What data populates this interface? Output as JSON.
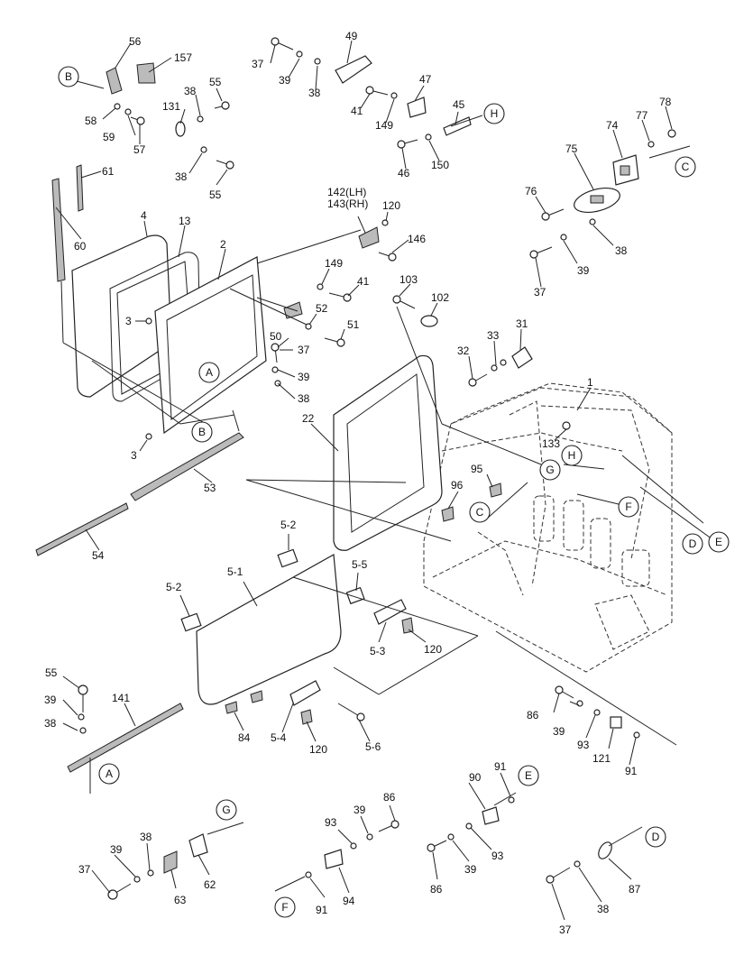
{
  "callouts": [
    "A",
    "B",
    "C",
    "D",
    "E",
    "F",
    "G",
    "H"
  ],
  "labels": {
    "n2": "2",
    "n3": "3",
    "n4": "4",
    "n13": "13",
    "n22": "22",
    "n1": "1",
    "n31": "31",
    "n32": "32",
    "n33": "33",
    "n37": "37",
    "n38": "38",
    "n39": "39",
    "n41": "41",
    "n45": "45",
    "n46": "46",
    "n47": "47",
    "n49": "49",
    "n50": "50",
    "n51": "51",
    "n52": "52",
    "n53": "53",
    "n54": "54",
    "n55": "55",
    "n56": "56",
    "n57": "57",
    "n58": "58",
    "n59": "59",
    "n60": "60",
    "n61": "61",
    "n62": "62",
    "n63": "63",
    "n74": "74",
    "n75": "75",
    "n76": "76",
    "n77": "77",
    "n78": "78",
    "n84": "84",
    "n86": "86",
    "n87": "87",
    "n90": "90",
    "n91": "91",
    "n93": "93",
    "n94": "94",
    "n95": "95",
    "n96": "96",
    "n102": "102",
    "n103": "103",
    "n120": "120",
    "n121": "121",
    "n131": "131",
    "n133": "133",
    "n141": "141",
    "n146": "146",
    "n149": "149",
    "n150": "150",
    "n157": "157",
    "n142": "142(LH)",
    "n143": "143(RH)",
    "n5_1": "5-1",
    "n5_2": "5-2",
    "n5_3": "5-3",
    "n5_4": "5-4",
    "n5_5": "5-5",
    "n5_6": "5-6"
  }
}
